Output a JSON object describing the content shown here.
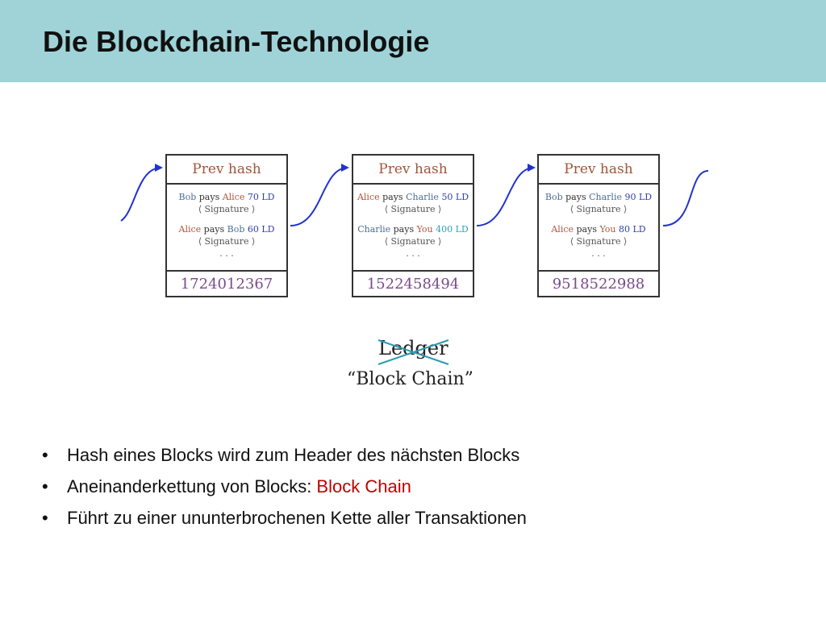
{
  "header": {
    "title": "Die Blockchain-Technologie"
  },
  "blocks": [
    {
      "prev_label": "Prev hash",
      "tx1": {
        "from": "Bob",
        "verb": "pays",
        "to": "Alice",
        "amount": "70 LD"
      },
      "sig1": "⟨ Signature ⟩",
      "tx2": {
        "from": "Alice",
        "verb": "pays",
        "to": "Bob",
        "amount": "60 LD"
      },
      "sig2": "⟨ Signature ⟩",
      "ellipsis": ". . .",
      "hash": "1724012367"
    },
    {
      "prev_label": "Prev hash",
      "tx1": {
        "from": "Alice",
        "verb": "pays",
        "to": "Charlie",
        "amount": "50 LD"
      },
      "sig1": "⟨ Signature ⟩",
      "tx2": {
        "from": "Charlie",
        "verb": "pays",
        "to": "You",
        "amount": "400 LD"
      },
      "sig2": "⟨ Signature ⟩",
      "ellipsis": ". . .",
      "hash": "1522458494"
    },
    {
      "prev_label": "Prev hash",
      "tx1": {
        "from": "Bob",
        "verb": "pays",
        "to": "Charlie",
        "amount": "90 LD"
      },
      "sig1": "⟨ Signature ⟩",
      "tx2": {
        "from": "Alice",
        "verb": "pays",
        "to": "You",
        "amount": "80 LD"
      },
      "sig2": "⟨ Signature ⟩",
      "ellipsis": ". . .",
      "hash": "9518522988"
    }
  ],
  "ledger_label": "Ledger",
  "blockchain_label": "“Block Chain”",
  "bullets": {
    "b1": "Hash eines Blocks wird zum Header des nächsten Blocks",
    "b2_prefix": "Aneinanderkettung von Blocks: ",
    "b2_highlight": "Block Chain",
    "b3": "Führt zu einer ununterbrochenen Kette aller Transaktionen"
  },
  "colors": {
    "header_bg": "#9fd3d7",
    "arrow": "#2233cc",
    "highlight": "#c00000",
    "strike": "#2a9bb0"
  },
  "icons": {
    "bullet": "•"
  }
}
